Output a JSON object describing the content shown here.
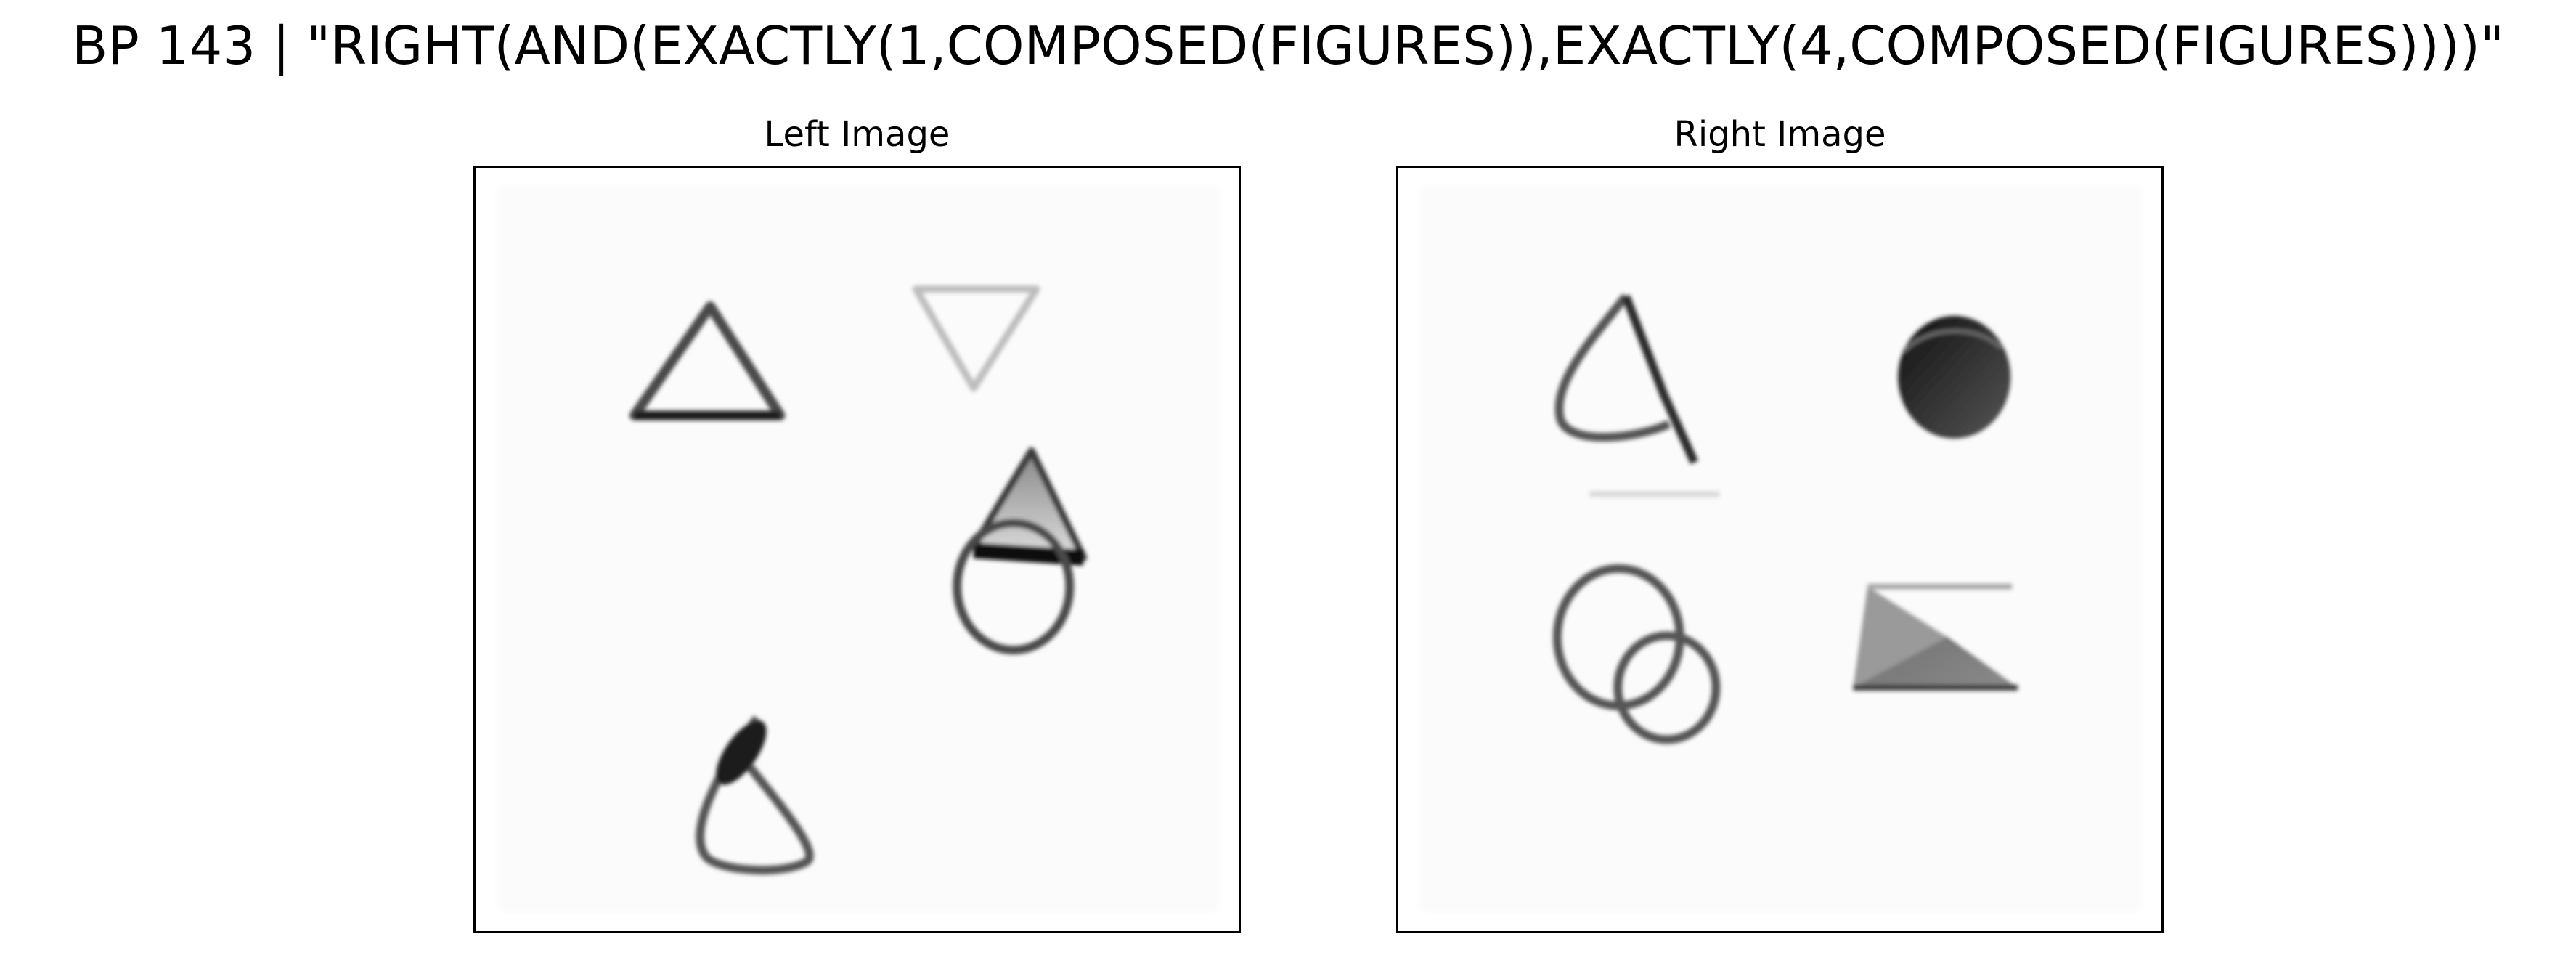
{
  "figure": {
    "title": "BP 143 | \"RIGHT(AND(EXACTLY(1,COMPOSED(FIGURES)),EXACTLY(4,COMPOSED(FIGURES))))\""
  },
  "panels": [
    {
      "title": "Left Image",
      "figures": [
        "outline-triangle",
        "faint-inverted-triangle",
        "triangle-over-circle",
        "droplet-loop"
      ]
    },
    {
      "title": "Right Image",
      "figures": [
        "triangle-loop",
        "dark-oval",
        "overlapping-circles",
        "shaded-pyramid"
      ]
    }
  ]
}
